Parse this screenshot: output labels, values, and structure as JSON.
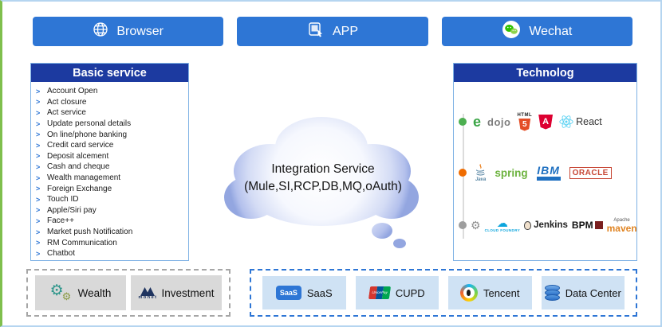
{
  "channels": [
    {
      "label": "Browser"
    },
    {
      "label": "APP"
    },
    {
      "label": "Wechat"
    }
  ],
  "basic_service": {
    "title": "Basic service",
    "bullet": ">",
    "items": [
      "Account Open",
      "Act closure",
      "Act service",
      "Update personal details",
      "On line/phone banking",
      "Credit card service",
      "Deposit alcement",
      "Cash and cheque",
      "Wealth management",
      "Foreign Exchange",
      "Touch ID",
      "Apple/Siri pay",
      "Face++",
      "Market push Notification",
      "RM Communication",
      "Chatbot"
    ]
  },
  "cloud": {
    "title": "Integration Service",
    "subtitle": "(Mule,SI,RCP,DB,MQ,oAuth)"
  },
  "technology": {
    "title": "Technolog",
    "row1": {
      "e_label": "e",
      "dojo_label": "dojo",
      "html_label": "HTML",
      "html5_number": "5",
      "angular_letter": "A",
      "react_label": "React"
    },
    "row2": {
      "java_label": "Java",
      "spring_label": "spring",
      "ibm_label": "IBM",
      "oracle_label": "ORACLE"
    },
    "row3": {
      "cloudfoundry_label": "CLOUD FOUNDRY",
      "jenkins_label": "Jenkins",
      "bpm_label": "BPM",
      "maven_top": "Apache",
      "maven_label": "maven"
    }
  },
  "bottom_left": {
    "wealth_label": "Wealth",
    "investment_label": "Investment",
    "monet_label": "monet"
  },
  "bottom_right": {
    "saas_badge": "SaaS",
    "saas_label": "SaaS",
    "unionpay_badge": "UnionPay",
    "cupd_label": "CUPD",
    "tencent_label": "Tencent",
    "datacenter_label": "Data Center"
  },
  "icons": {
    "gear": "⚙",
    "cloud": "☁"
  },
  "colors": {
    "channel_button": "#2e76d5",
    "panel_header": "#1c3aa0",
    "panel_border": "#7fb2e5",
    "gray_box": "#d9d9d9",
    "light_blue_box": "#cfe2f4",
    "left_edge_accent": "#7fbf4d"
  }
}
